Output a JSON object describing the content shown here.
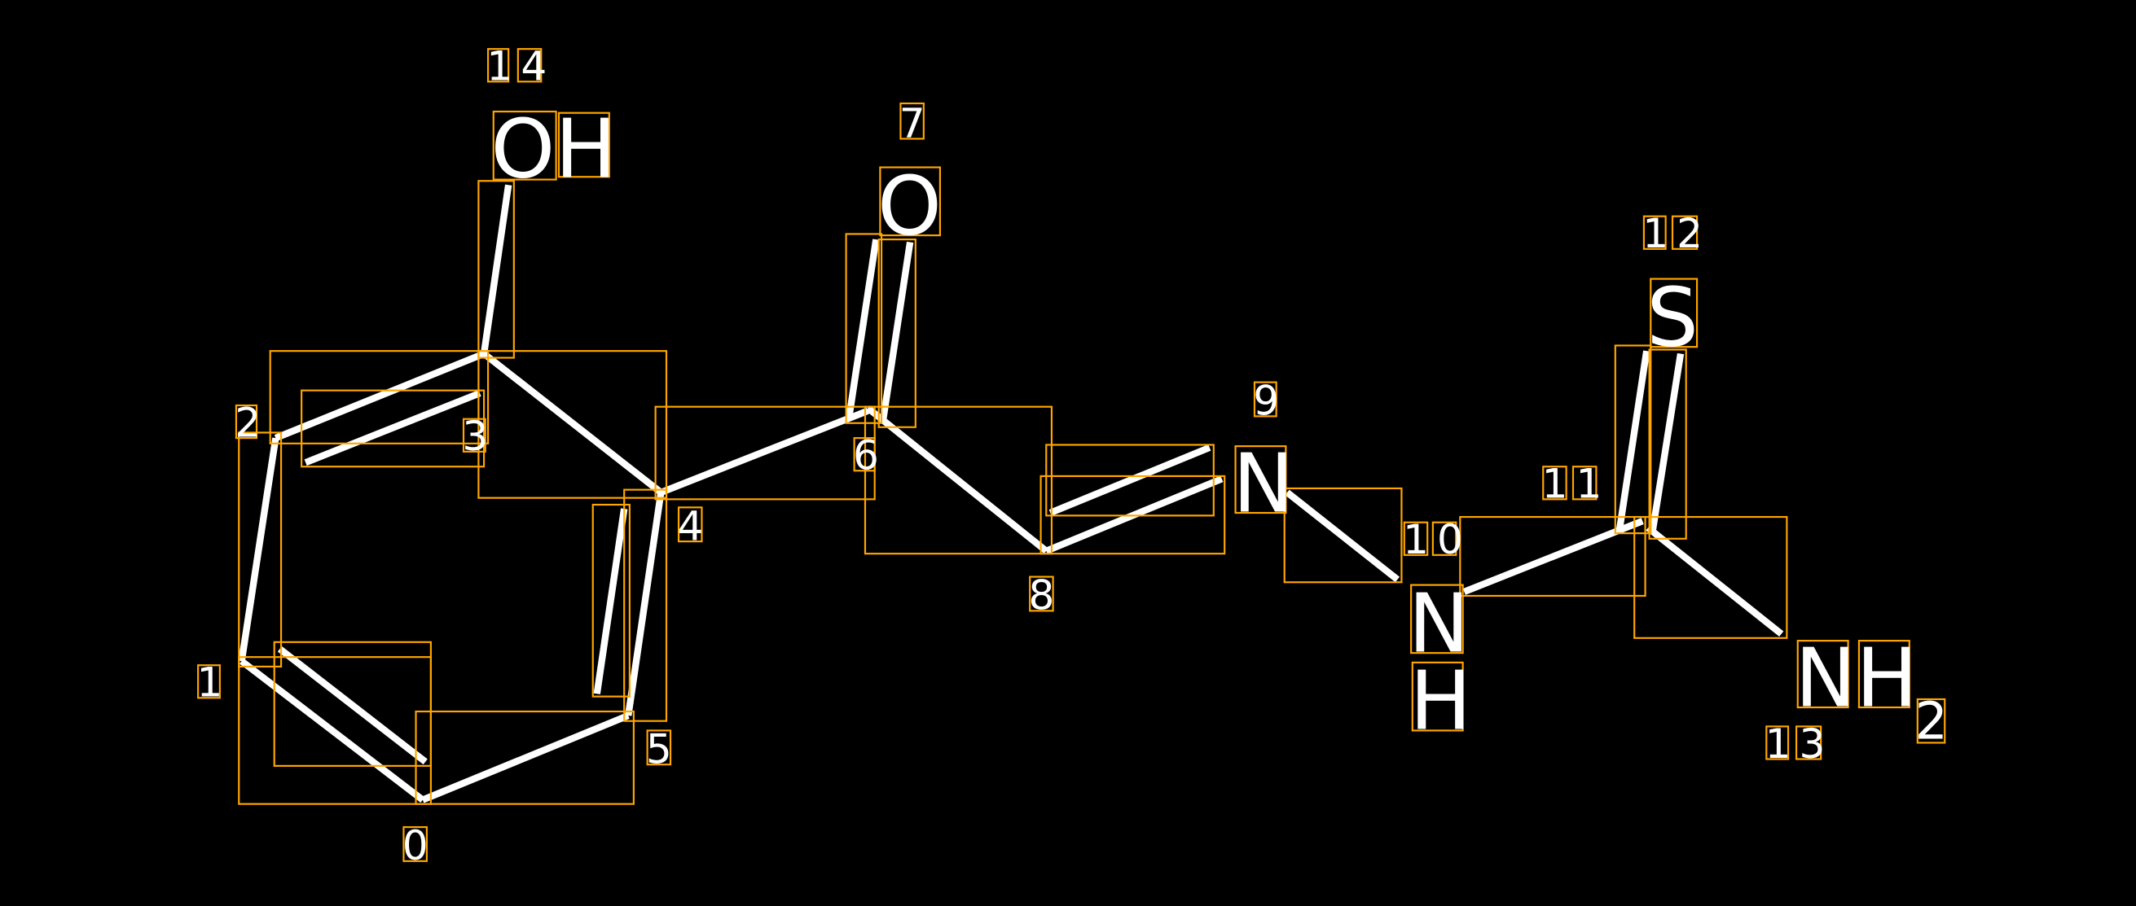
{
  "colors": {
    "background": "#000000",
    "bond": "#FFFFFF",
    "box": "#FFA500"
  },
  "atoms": {
    "oh": "OH",
    "o7": "O",
    "n9": "N",
    "n10": "N",
    "h10": "H",
    "s12": "S",
    "nh13": "NH",
    "sub13": "2"
  },
  "indices": {
    "i0": "0",
    "i1": "1",
    "i2": "2",
    "i3": "3",
    "i4": "4",
    "i5": "5",
    "i6": "6",
    "i7": "7",
    "i8": "8",
    "i9": "9",
    "i10": "10",
    "i11": "11",
    "i12": "12",
    "i13": "13",
    "i14": "14"
  }
}
